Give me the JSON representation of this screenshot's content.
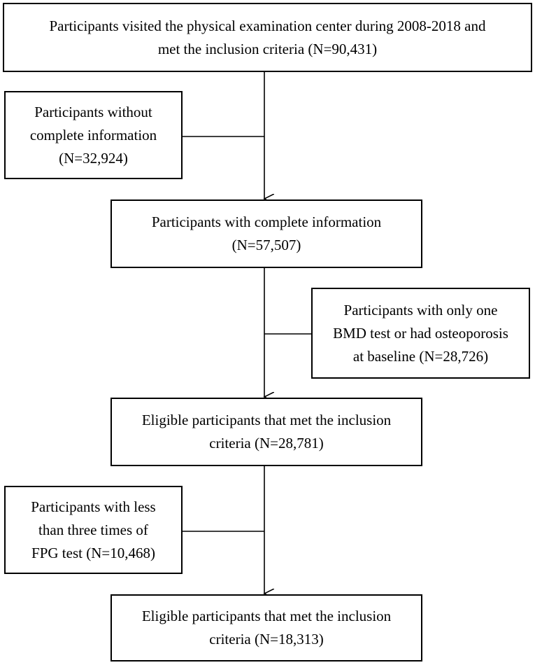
{
  "flowchart": {
    "boxes": [
      {
        "id": "b1",
        "lines": [
          "Participants visited the physical examination center during 2008-2018 and",
          "met the inclusion criteria (N=90,431)"
        ]
      },
      {
        "id": "b2",
        "lines": [
          "Participants without",
          "complete information",
          "(N=32,924)"
        ]
      },
      {
        "id": "b3",
        "lines": [
          "Participants with complete information",
          "(N=57,507)"
        ]
      },
      {
        "id": "b4",
        "lines": [
          "Participants with only one",
          "BMD test or had osteoporosis",
          "at baseline (N=28,726)"
        ]
      },
      {
        "id": "b5",
        "lines": [
          "Eligible participants that met the inclusion",
          "criteria (N=28,781)"
        ]
      },
      {
        "id": "b6",
        "lines": [
          "Participants with less",
          "than three times of",
          "FPG test (N=10,468)"
        ]
      },
      {
        "id": "b7",
        "lines": [
          "Eligible participants that met the inclusion",
          "criteria (N=18,313)"
        ]
      }
    ]
  }
}
